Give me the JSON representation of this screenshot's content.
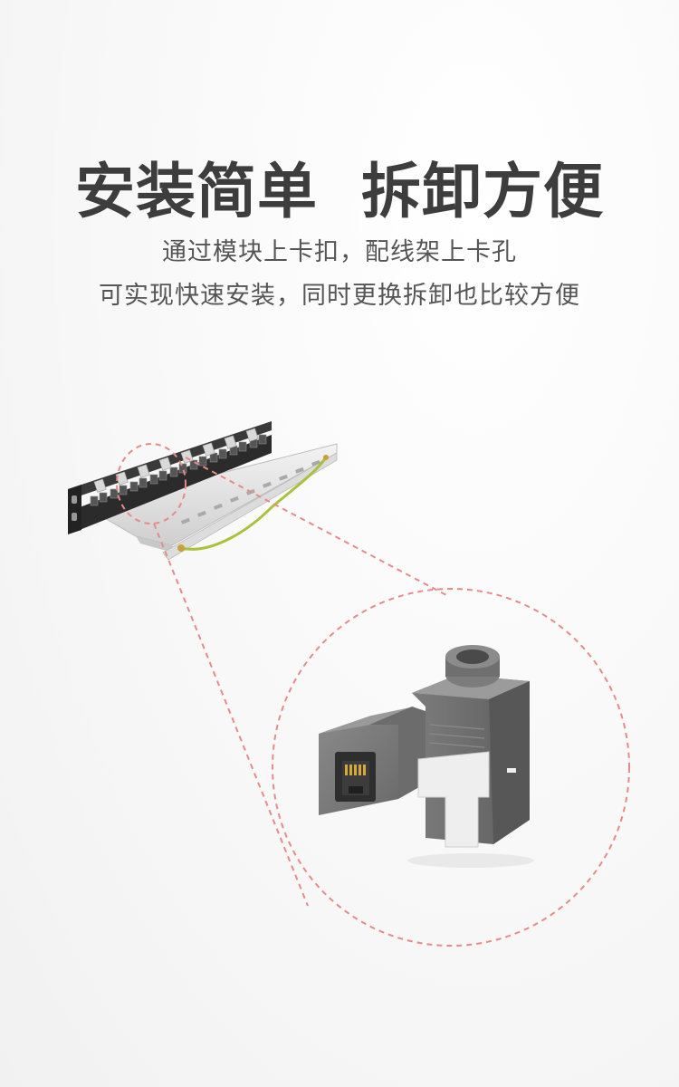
{
  "heading": {
    "title": "安装简单  拆卸方便",
    "line1": "通过模块上卡扣，配线架上卡孔",
    "line2": "可实现快速安装，同时更换拆卸也比较方便"
  },
  "illustration": {
    "panel_icon": "patch-panel-icon",
    "module_icon": "keystone-module-icon",
    "highlight_color": "#e88a87",
    "ground_wire_color": "#a8c23a"
  }
}
